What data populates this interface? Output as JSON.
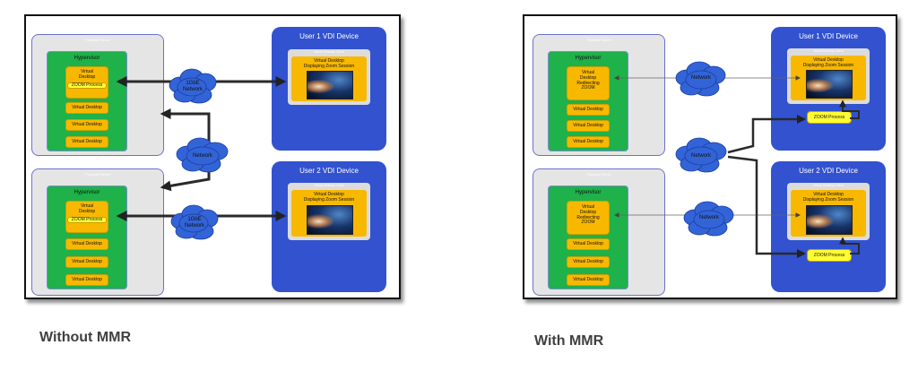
{
  "left": {
    "caption": "Without MMR",
    "server1": {
      "title": "Physical Server",
      "hypervisor": "Hypervisor",
      "desktop_main": "Virtual\nDesktop",
      "zoom_process": "ZOOM Process",
      "desktops": [
        "Virtual Desktop",
        "Virtual Desktop",
        "Virtual Desktop"
      ]
    },
    "server2": {
      "title": "Physical Server",
      "hypervisor": "Hypervisor",
      "desktop_main": "Virtual\nDesktop",
      "zoom_process": "ZOOM Process",
      "desktops": [
        "Virtual Desktop",
        "Virtual Desktop",
        "Virtual Desktop"
      ]
    },
    "device1": {
      "title": "User 1 VDI Device",
      "window_title": "Virtual Desktop Client",
      "session": "Virtual Desktop\nDisplaying Zoom Session"
    },
    "device2": {
      "title": "User 2 VDI Device",
      "window_title": "Virtual Desktop Client",
      "session": "Virtual Desktop\nDisplaying Zoom Session"
    },
    "cloud1": "1GbE\nNetwork",
    "cloud_mid": "Network",
    "cloud2": "1GbE\nNetwork"
  },
  "right": {
    "caption": "With MMR",
    "server1": {
      "title": "Physical Server",
      "hypervisor": "Hypervisor",
      "desktop_main": "Virtual\nDesktop\nRedirecting\nZOOM",
      "desktops": [
        "Virtual Desktop",
        "Virtual Desktop",
        "Virtual Desktop"
      ]
    },
    "server2": {
      "title": "Physical Server",
      "hypervisor": "Hypervisor",
      "desktop_main": "Virtual\nDesktop\nRedirecting\nZOOM",
      "desktops": [
        "Virtual Desktop",
        "Virtual Desktop",
        "Virtual Desktop"
      ]
    },
    "device1": {
      "title": "User 1 VDI Device",
      "window_title": "Virtual Desktop Client",
      "session": "Virtual Desktop\nDisplaying Zoom Session",
      "zoom_process": "ZOOM Process"
    },
    "device2": {
      "title": "User 2 VDI Device",
      "window_title": "Virtual Desktop Client",
      "session": "Virtual Desktop\nDisplaying Zoom Session",
      "zoom_process": "ZOOM Process"
    },
    "cloud1": "Network",
    "cloud_mid": "Network",
    "cloud2": "Network"
  },
  "colors": {
    "server_bg": "#e5e5e5",
    "hypervisor": "#1fb14a",
    "virtual_desktop": "#f8b800",
    "zoom_process": "#fffd34",
    "vdi_device": "#3252cf",
    "cloud": "#3264d8"
  }
}
